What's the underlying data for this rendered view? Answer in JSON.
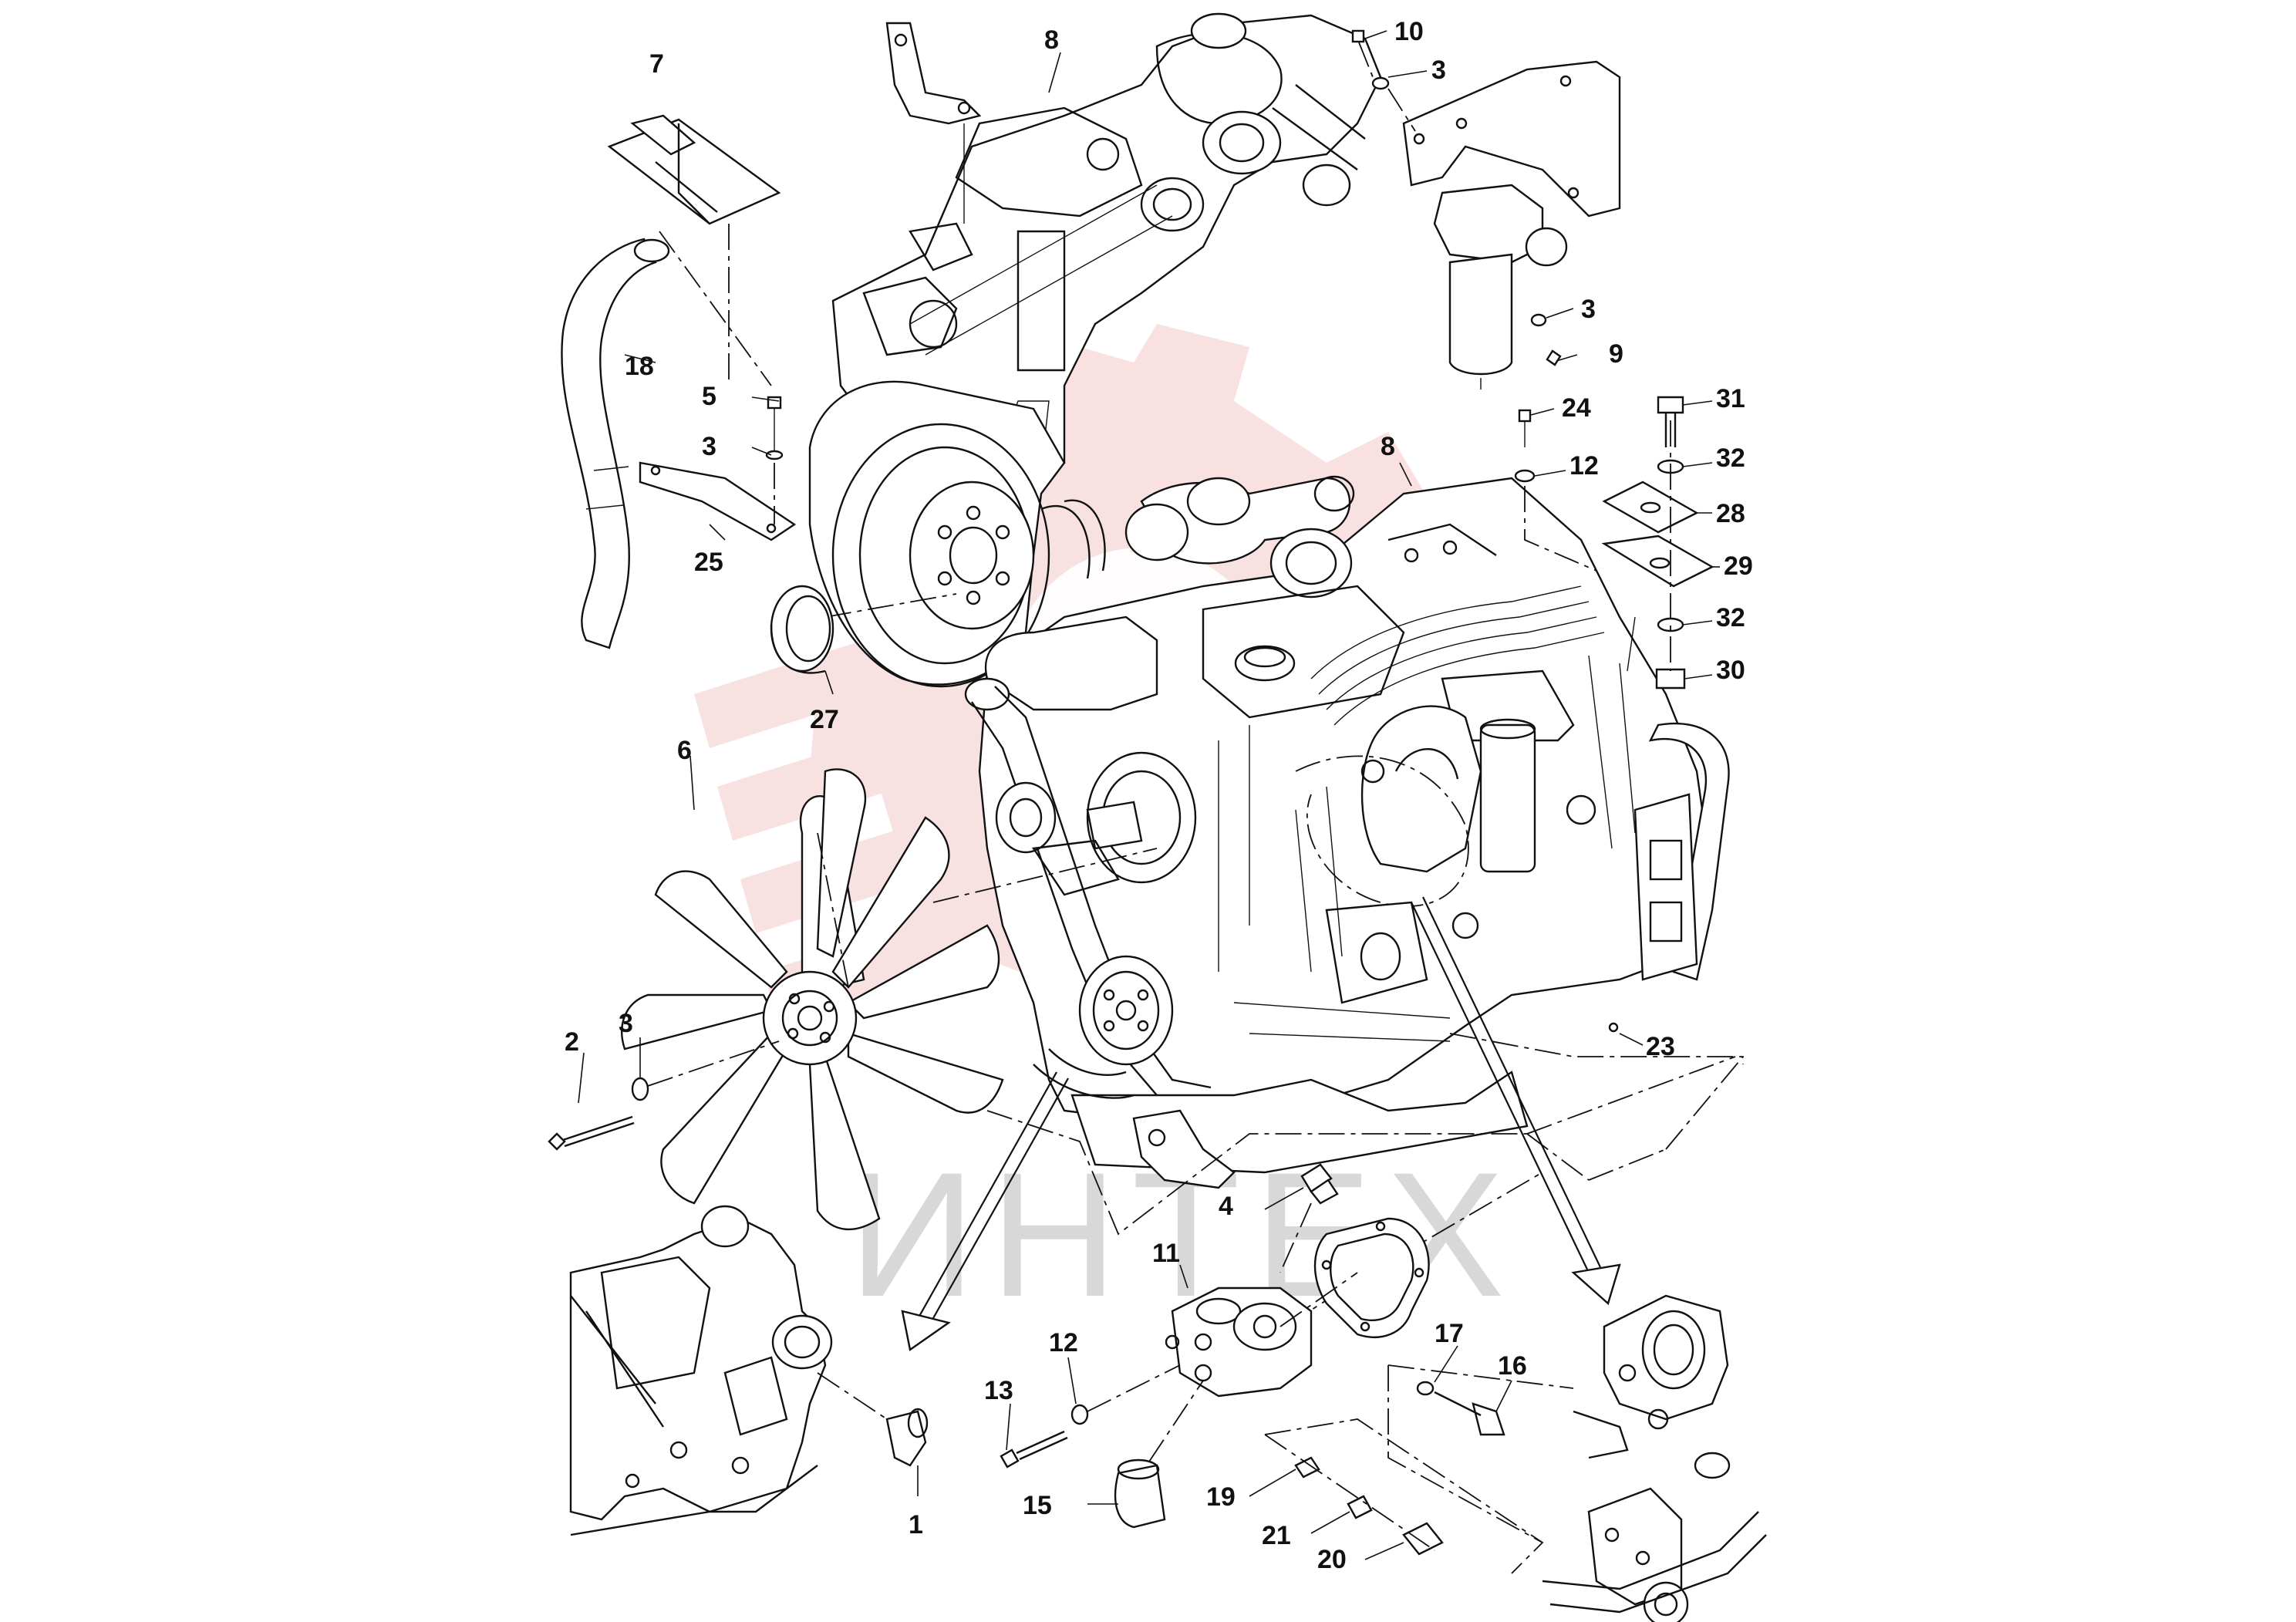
{
  "watermark": {
    "text": "ИНТЕХ",
    "logo_color": "#f4c9c9",
    "text_color": "#d8d8d8"
  },
  "callouts": [
    {
      "id": "c7",
      "text": "7"
    },
    {
      "id": "c8a",
      "text": "8"
    },
    {
      "id": "c10",
      "text": "10"
    },
    {
      "id": "c3a",
      "text": "3"
    },
    {
      "id": "c3b",
      "text": "3"
    },
    {
      "id": "c9",
      "text": "9"
    },
    {
      "id": "c18",
      "text": "18"
    },
    {
      "id": "c5",
      "text": "5"
    },
    {
      "id": "c3c",
      "text": "3"
    },
    {
      "id": "c25",
      "text": "25"
    },
    {
      "id": "c8b",
      "text": "8"
    },
    {
      "id": "c24",
      "text": "24"
    },
    {
      "id": "c12a",
      "text": "12"
    },
    {
      "id": "c31",
      "text": "31"
    },
    {
      "id": "c32a",
      "text": "32"
    },
    {
      "id": "c28",
      "text": "28"
    },
    {
      "id": "c29",
      "text": "29"
    },
    {
      "id": "c32b",
      "text": "32"
    },
    {
      "id": "c30",
      "text": "30"
    },
    {
      "id": "c27",
      "text": "27"
    },
    {
      "id": "c6",
      "text": "6"
    },
    {
      "id": "c2",
      "text": "2"
    },
    {
      "id": "c3d",
      "text": "3"
    },
    {
      "id": "c23",
      "text": "23"
    },
    {
      "id": "c4",
      "text": "4"
    },
    {
      "id": "c11",
      "text": "11"
    },
    {
      "id": "c12b",
      "text": "12"
    },
    {
      "id": "c13",
      "text": "13"
    },
    {
      "id": "c15",
      "text": "15"
    },
    {
      "id": "c17",
      "text": "17"
    },
    {
      "id": "c16",
      "text": "16"
    },
    {
      "id": "c19",
      "text": "19"
    },
    {
      "id": "c21",
      "text": "21"
    },
    {
      "id": "c20",
      "text": "20"
    },
    {
      "id": "c1",
      "text": "1"
    }
  ]
}
